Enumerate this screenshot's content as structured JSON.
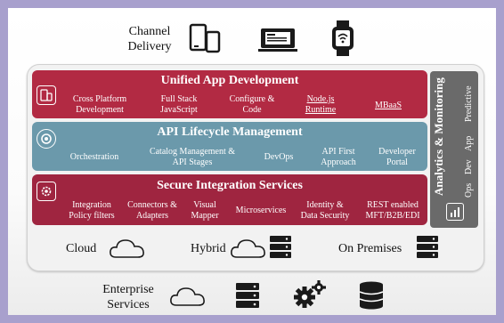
{
  "channel": {
    "label_line1": "Channel",
    "label_line2": "Delivery",
    "icons": [
      "mobile-tablet-icon",
      "desktop-monitor-icon",
      "smartwatch-icon"
    ]
  },
  "bands": {
    "unified": {
      "title": "Unified App Development",
      "color": "#b22a43",
      "icon": "mobile-devices-icon",
      "items": [
        {
          "line1": "Cross Platform",
          "line2": "Development"
        },
        {
          "line1": "Full Stack",
          "line2": "JavaScript"
        },
        {
          "line1": "Configure &",
          "line2": "Code"
        },
        {
          "line1": "Node.js",
          "line2": "Runtime"
        },
        {
          "line1": "MBaaS",
          "line2": ""
        }
      ]
    },
    "api": {
      "title": "API Lifecycle Management",
      "color": "#6b99ab",
      "icon": "lifecycle-icon",
      "items": [
        {
          "line1": "Orchestration",
          "line2": ""
        },
        {
          "line1": "Catalog Management &",
          "line2": "API Stages"
        },
        {
          "line1": "DevOps",
          "line2": ""
        },
        {
          "line1": "API First",
          "line2": "Approach"
        },
        {
          "line1": "Developer",
          "line2": "Portal"
        }
      ]
    },
    "integration": {
      "title": "Secure Integration Services",
      "color": "#9f2540",
      "icon": "integration-gear-icon",
      "items": [
        {
          "line1": "Integration",
          "line2": "Policy filters"
        },
        {
          "line1": "Connectors &",
          "line2": "Adapters"
        },
        {
          "line1": "Visual",
          "line2": "Mapper"
        },
        {
          "line1": "Microservices",
          "line2": ""
        },
        {
          "line1": "Identity &",
          "line2": "Data Security"
        },
        {
          "line1": "REST enabled",
          "line2": "MFT/B2B/EDI"
        }
      ]
    }
  },
  "analytics": {
    "title": "Analytics & Monitoring",
    "sub1": "Predictive",
    "sub2": "App",
    "sub3": "Dev",
    "sub4": "Ops",
    "color": "#6a6a6a",
    "icon": "analytics-chart-icon"
  },
  "deployment": {
    "cloud": "Cloud",
    "hybrid": "Hybrid",
    "on_premises": "On Premises"
  },
  "enterprise": {
    "label_line1": "Enterprise",
    "label_line2": "Services",
    "icons": [
      "cloud-icon",
      "server-icon",
      "gears-icon",
      "database-icon"
    ]
  }
}
